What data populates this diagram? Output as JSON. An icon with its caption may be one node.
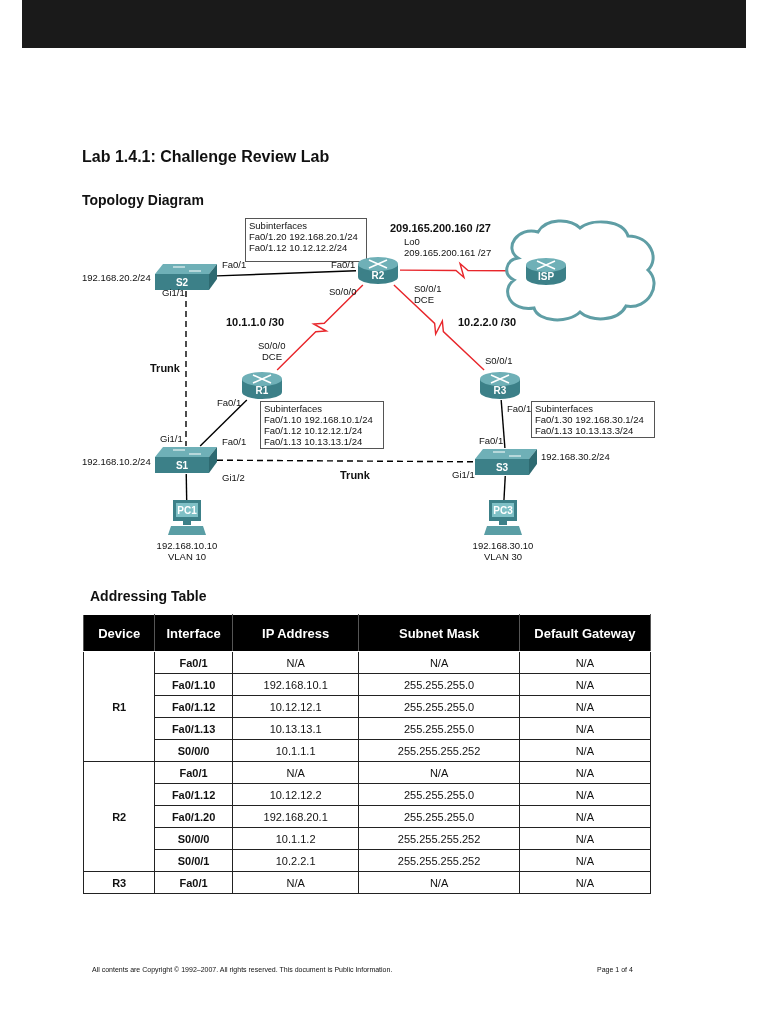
{
  "diagram": {
    "title": "Lab 1.4.1: Challenge Review Lab",
    "nodes": [
      {
        "text": [
          "Subinterfaces",
          "Fa0/1.20 192.168.20.1/24",
          "Fa0/1.12 10.12.12.2/24"
        ]
      },
      {
        "text": [],
        "shape": "cloud"
      },
      {
        "text": [
          "ISP"
        ],
        "in": 1
      },
      {
        "text": [
          "S2"
        ],
        "beside": [
          "192.168.20.2/24"
        ]
      },
      {
        "text": [
          "R2"
        ]
      },
      {
        "text": [
          "R1"
        ]
      },
      {
        "text": [
          "R3"
        ]
      },
      {
        "text": [
          "Subinterfaces",
          "Fa0/1.10 192.168.10.1/24",
          "Fa0/1.12 10.12.12.1/24",
          "Fa0/1.13 10.13.13.1/24"
        ]
      },
      {
        "text": [
          "Subinterfaces",
          "Fa0/1.30 192.168.30.1/24",
          "Fa0/1.13 10.13.13.3/24"
        ]
      },
      {
        "text": [
          "S1"
        ],
        "beside": [
          "192.168.10.2/24"
        ]
      },
      {
        "text": [
          "S3"
        ],
        "beside": [
          "192.168.30.2/24"
        ]
      },
      {
        "text": [
          "PC1"
        ],
        "beside": [
          "192.168.10.10",
          "VLAN 10"
        ]
      },
      {
        "text": [
          "PC3"
        ],
        "beside": [
          "192.168.30.10",
          "VLAN 30"
        ]
      }
    ],
    "edges": [
      {
        "from": 3,
        "to": 4,
        "arrow": "none"
      },
      {
        "from": 4,
        "to": 2,
        "arrow": "none",
        "label": "209.165.200.160 /27",
        "color": "#e8262b"
      },
      {
        "from": 4,
        "to": 5,
        "arrow": "none",
        "label": "10.1.1.0 /30",
        "color": "#e8262b"
      },
      {
        "from": 4,
        "to": 6,
        "arrow": "none",
        "label": "10.2.2.0 /30",
        "color": "#e8262b"
      },
      {
        "from": 3,
        "to": 9,
        "arrow": "none",
        "label": "Trunk",
        "style": "dashed"
      },
      {
        "from": 5,
        "to": 9,
        "arrow": "none"
      },
      {
        "from": 9,
        "to": 10,
        "arrow": "none",
        "label": "Trunk",
        "style": "dashed"
      },
      {
        "from": 6,
        "to": 10,
        "arrow": "none"
      },
      {
        "from": 9,
        "to": 11,
        "arrow": "none"
      },
      {
        "from": 10,
        "to": 12,
        "arrow": "none"
      }
    ],
    "labels": [
      "Topology Diagram",
      "Lo0",
      "209.165.200.161 /27",
      "Fa0/1",
      "Fa0/1",
      "S0/0/0",
      "S0/0/1",
      "DCE",
      "Gi1/1",
      "S0/0/0",
      "DCE",
      "S0/0/1",
      "Fa0/1",
      "Gi1/1",
      "Fa0/1",
      "Fa0/1",
      "Fa0/1",
      "Gi1/2",
      "Gi1/1",
      "Addressing Table",
      "Device",
      "Interface",
      "IP Address",
      "Subnet Mask",
      "Default Gateway",
      "R1",
      "Fa0/1",
      "N/A",
      "N/A",
      "N/A",
      "Fa0/1.10",
      "192.168.10.1",
      "255.255.255.0",
      "N/A",
      "Fa0/1.12",
      "10.12.12.1",
      "255.255.255.0",
      "N/A",
      "Fa0/1.13",
      "10.13.13.1",
      "255.255.255.0",
      "N/A",
      "S0/0/0",
      "10.1.1.1",
      "255.255.255.252",
      "N/A",
      "R2",
      "Fa0/1",
      "N/A",
      "N/A",
      "N/A",
      "Fa0/1.12",
      "10.12.12.2",
      "255.255.255.0",
      "N/A",
      "Fa0/1.20",
      "192.168.20.1",
      "255.255.255.0",
      "N/A",
      "S0/0/0",
      "10.1.1.2",
      "255.255.255.252",
      "N/A",
      "S0/0/1",
      "10.2.2.1",
      "255.255.255.252",
      "N/A",
      "R3",
      "Fa0/1",
      "N/A",
      "N/A",
      "N/A",
      "All contents are Copyright © 1992–2007. All rights reserved. This document is Public Information.",
      "Page 1 of 4"
    ]
  }
}
